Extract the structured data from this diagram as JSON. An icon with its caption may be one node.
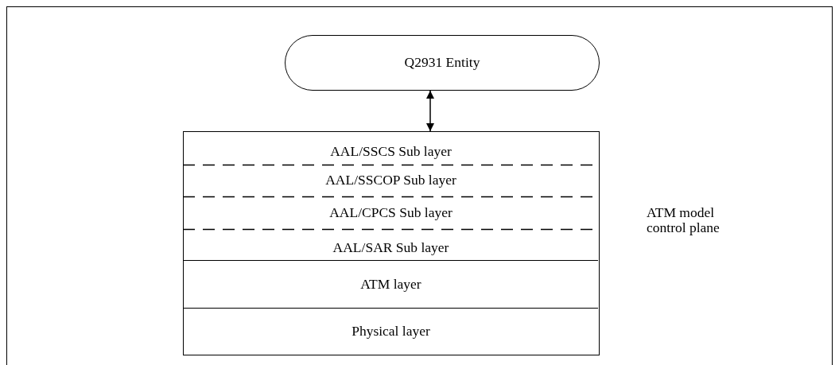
{
  "diagram": {
    "nodes": [
      {
        "text": [
          "Q2931 Entity"
        ]
      },
      {
        "text": [],
        "shape": "box",
        "beside": [
          "ATM model control plane"
        ]
      },
      {
        "text": [
          "AAL/SSCS Sub layer"
        ],
        "in": 1
      },
      {
        "text": [
          "AAL/SSCOP Sub layer"
        ],
        "in": 1
      },
      {
        "text": [
          "AAL/CPCS Sub layer"
        ],
        "in": 1
      },
      {
        "text": [
          "AAL/SAR Sub layer"
        ],
        "in": 1
      },
      {
        "text": [
          "ATM layer"
        ],
        "in": 1
      },
      {
        "text": [
          "Physical layer"
        ],
        "in": 1
      }
    ],
    "edges": [
      {
        "from": 0,
        "to": 1,
        "arrow": "both"
      }
    ]
  }
}
